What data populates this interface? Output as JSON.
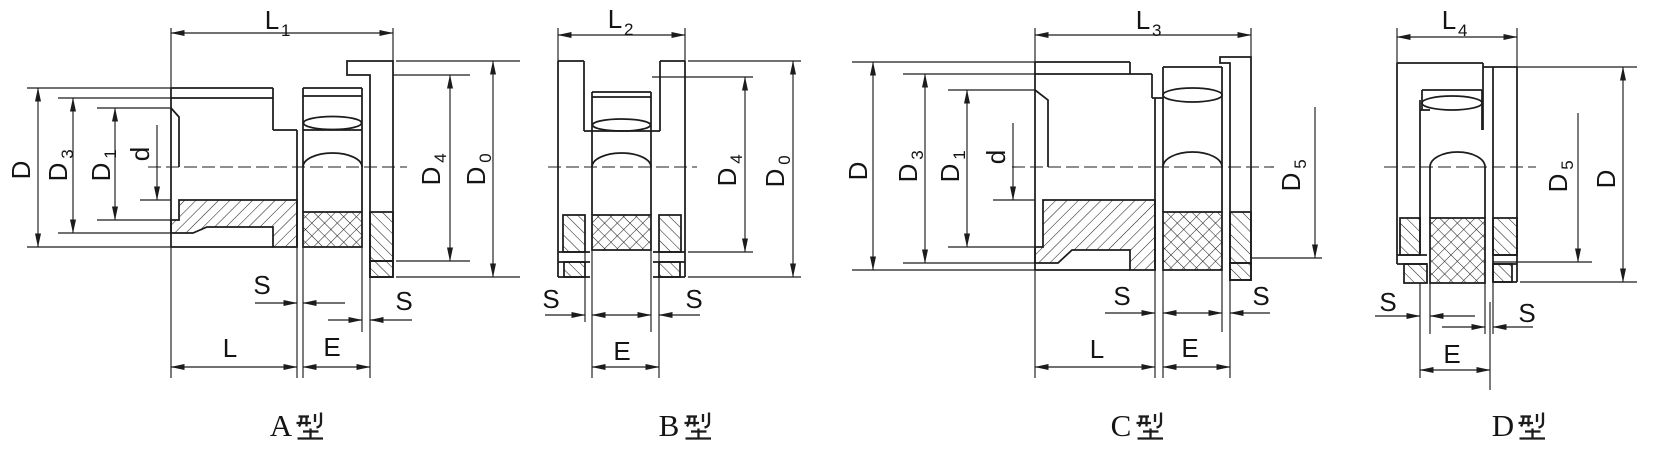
{
  "drawing": {
    "background": "#ffffff",
    "line_color": "#1c1c1c",
    "kind": "coupling cross-section dimension drawing"
  },
  "figures": [
    {
      "id": "type-a",
      "title": "A型",
      "title_letter": "A",
      "dims": {
        "length_overall": {
          "base": "L",
          "sub": "1"
        },
        "outer_diameter": {
          "base": "D"
        },
        "d3": {
          "base": "D",
          "sub": "3"
        },
        "d1": {
          "base": "D",
          "sub": "1"
        },
        "bore": {
          "base": "d"
        },
        "d4": {
          "base": "D",
          "sub": "4"
        },
        "d0": {
          "base": "D",
          "sub": "0"
        },
        "gap_left": "S",
        "gap_right": "S",
        "hub_length": "L",
        "spacer": "E"
      }
    },
    {
      "id": "type-b",
      "title": "B型",
      "title_letter": "B",
      "dims": {
        "length_overall": {
          "base": "L",
          "sub": "2"
        },
        "d4": {
          "base": "D",
          "sub": "4"
        },
        "d0": {
          "base": "D",
          "sub": "0"
        },
        "gap_left": "S",
        "gap_right": "S",
        "spacer": "E"
      }
    },
    {
      "id": "type-c",
      "title": "C型",
      "title_letter": "C",
      "dims": {
        "length_overall": {
          "base": "L",
          "sub": "3"
        },
        "outer_diameter": {
          "base": "D"
        },
        "d3": {
          "base": "D",
          "sub": "3"
        },
        "d1": {
          "base": "D",
          "sub": "1"
        },
        "bore": {
          "base": "d"
        },
        "d5": {
          "base": "D",
          "sub": "5"
        },
        "gap_left": "S",
        "gap_right": "S",
        "hub_length": "L",
        "spacer": "E"
      }
    },
    {
      "id": "type-d",
      "title": "D型",
      "title_letter": "D",
      "dims": {
        "length_overall": {
          "base": "L",
          "sub": "4"
        },
        "d5": {
          "base": "D",
          "sub": "5"
        },
        "outer_diameter": {
          "base": "D"
        },
        "gap_left": "S",
        "gap_right": "S",
        "spacer": "E"
      }
    }
  ]
}
